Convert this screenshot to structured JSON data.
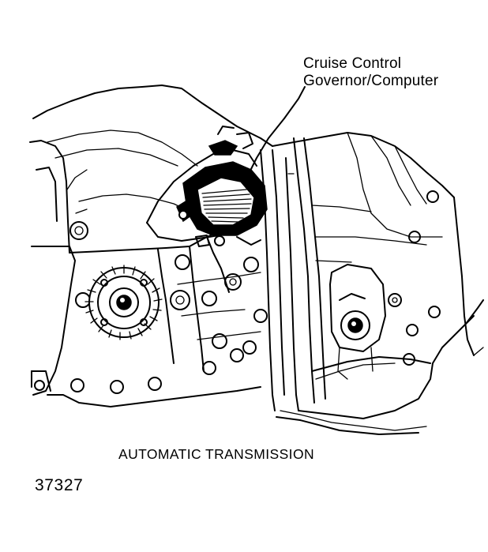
{
  "callout": {
    "line1": "Cruise Control",
    "line2": "Governor/Computer"
  },
  "caption": "AUTOMATIC TRANSMISSION",
  "figure_id": "37327",
  "colors": {
    "ink": "#000000",
    "paper": "#ffffff"
  }
}
